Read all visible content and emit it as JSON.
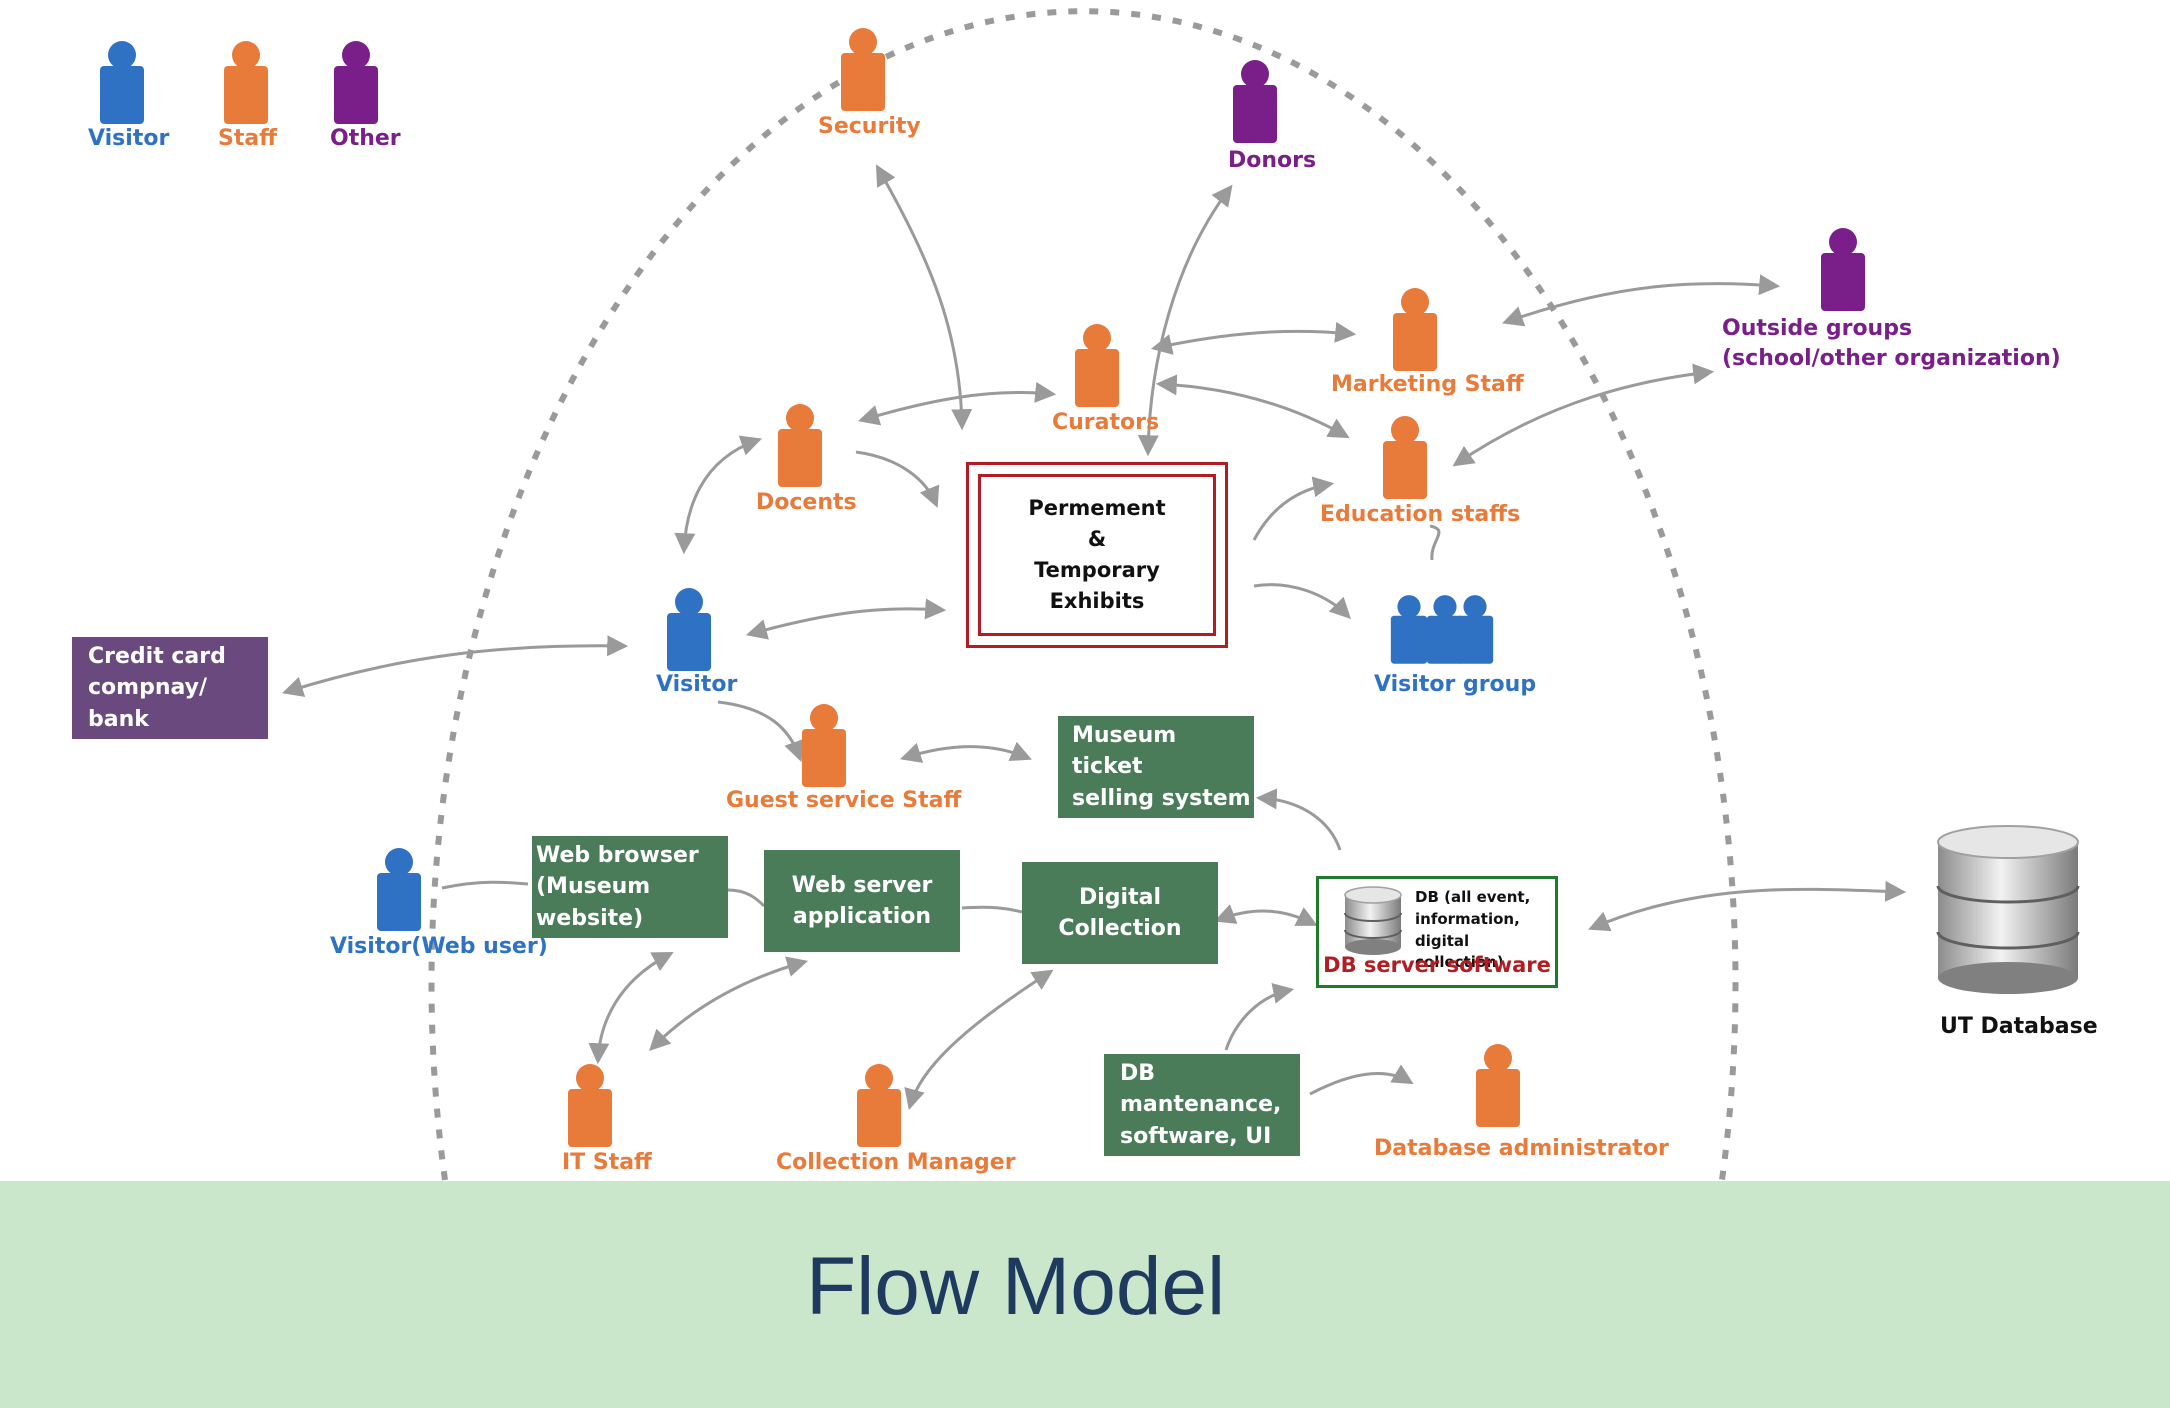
{
  "legend": {
    "visitor": "Visitor",
    "staff": "Staff",
    "other": "Other"
  },
  "actors": {
    "security": "Security",
    "donors": "Donors",
    "outside_groups": "Outside groups\n(school/other organization)",
    "marketing_staff": "Marketing Staff",
    "curators": "Curators",
    "docents": "Docents",
    "education_staffs": "Education staffs",
    "visitor": "Visitor",
    "visitor_group": "Visitor group",
    "guest_service_staff": "Guest service Staff",
    "web_user": "Visitor(Web user)",
    "it_staff": "IT Staff",
    "collection_manager": "Collection Manager",
    "db_admin": "Database administrator"
  },
  "systems": {
    "credit_card": "Credit card\ncompnay/ bank",
    "exhibits": "Permement\n&\nTemporary\nExhibits",
    "ticket_system": "Museum ticket\nselling system",
    "web_browser": "Web browser\n(Museum website)",
    "web_server": "Web server\napplication",
    "digital_collection": "Digital Collection",
    "db_desc": "DB (all event,\ninformation,\ndigital collection)",
    "db_server": "DB server software",
    "db_maintenance": "DB mantenance,\nsoftware, UI",
    "ut_database": "UT Database"
  },
  "footer": {
    "title": "Flow Model"
  },
  "colors": {
    "visitor": "#2f72c4",
    "staff": "#e87a3a",
    "other": "#7a1f8a",
    "system_box": "#4a7c59",
    "credit_box": "#6a4a7e",
    "exhibit_border": "#b01e23",
    "db_border": "#1f7a2e",
    "footer_bg": "#cae6cb"
  }
}
